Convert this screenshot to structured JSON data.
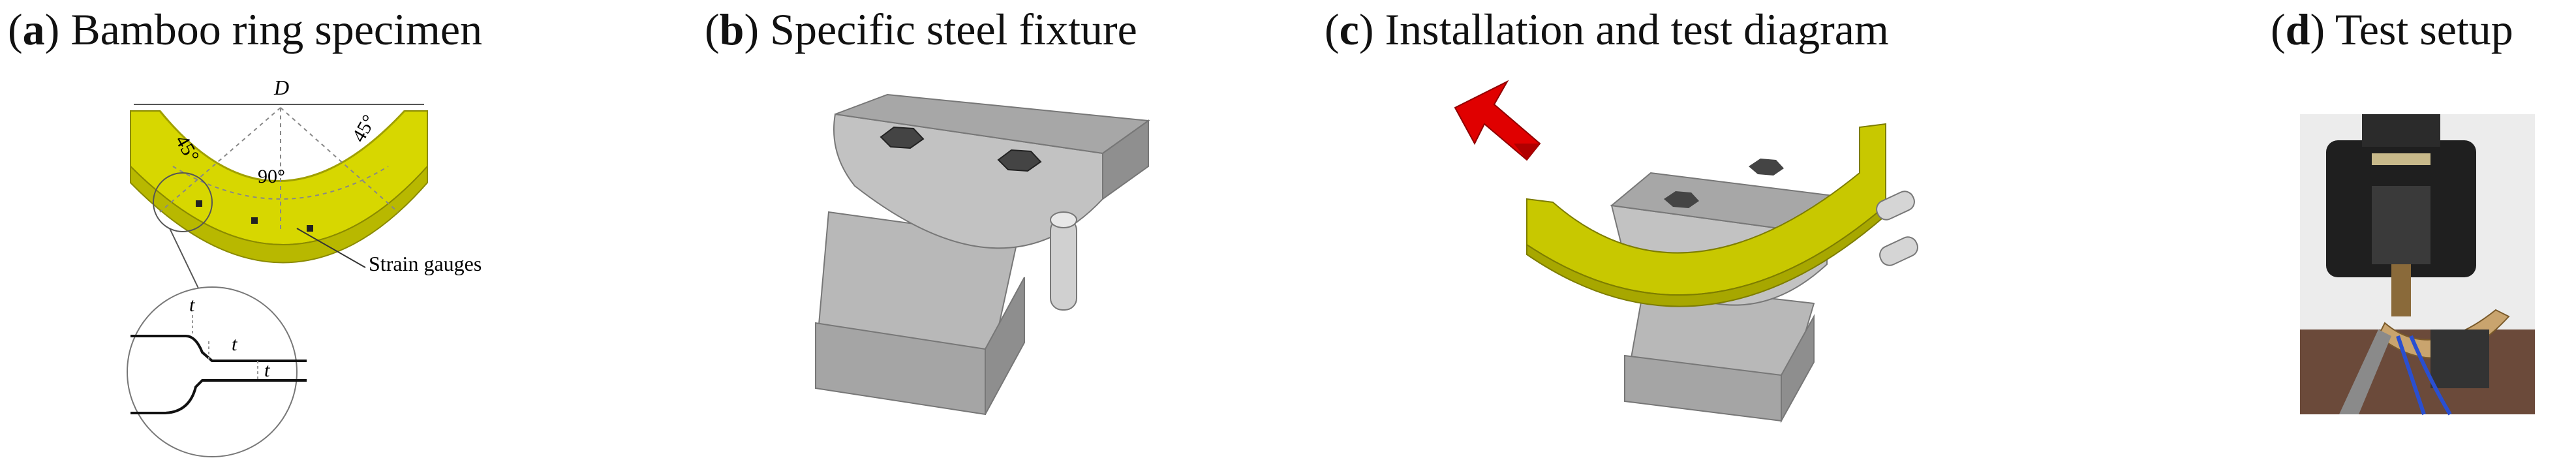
{
  "panels": [
    {
      "letter": "a",
      "title": "Bamboo ring specimen"
    },
    {
      "letter": "b",
      "title": "Specific steel fixture"
    },
    {
      "letter": "c",
      "title": "Installation and test diagram"
    },
    {
      "letter": "d",
      "title": "Test setup"
    }
  ],
  "specimen": {
    "diameter_label": "D",
    "angle_left": "45°",
    "angle_center": "90°",
    "angle_right": "45°",
    "strain_gauges_label": "Strain gauges",
    "thickness_label": "t"
  },
  "colors": {
    "bamboo_yellow": "#d7d700",
    "steel_gray": "#b9b9b9",
    "load_arrow_red": "#e00000",
    "machine_black": "#1f1f1f"
  }
}
